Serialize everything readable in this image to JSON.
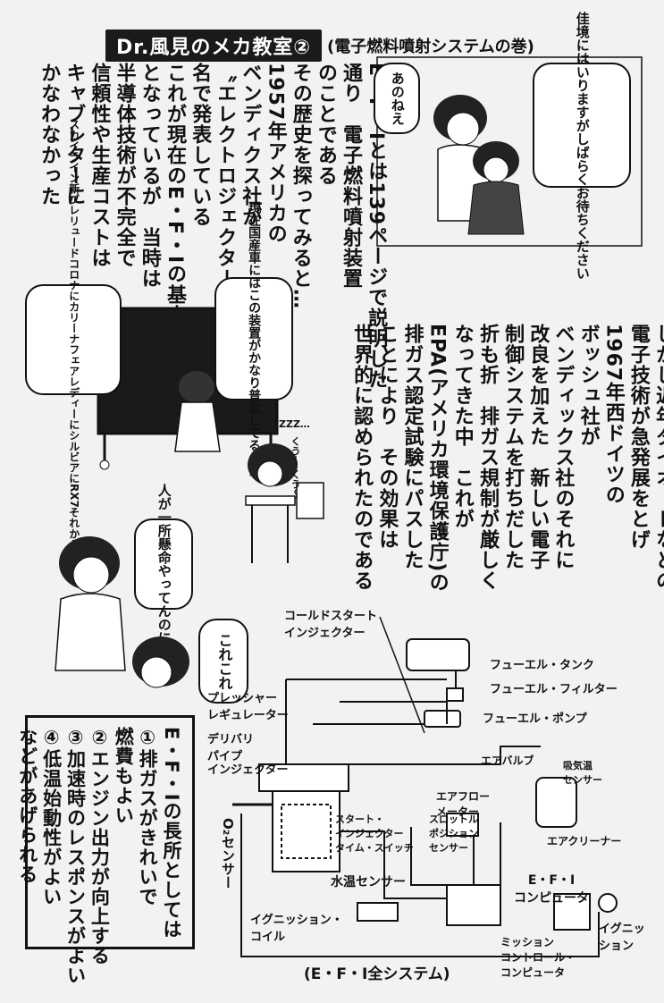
{
  "header": {
    "title": "Dr.風見のメカ教室②",
    "subtitle": "(電子燃料噴射システムの巻)"
  },
  "intro_columns": [
    "E・F・Iとは139ページで説明した",
    "通り　電子燃料噴射装置",
    "のことである",
    "その歴史を探ってみると…",
    "1957年アメリカの",
    "ベンディクス社が",
    "〝エレクトロジェクター〟という",
    "名で発表している",
    "これが現在のE・F・Iの基本",
    "となっているが　当時は",
    "半導体技術が不完全で",
    "信頼性や生産コストは",
    "キャブレターに",
    "かなわなかった"
  ],
  "modern_columns": [
    "しかし近年ダイオードなどの",
    "電子技術が急発展をとげ",
    "1967年西ドイツの",
    "ボッシュ社が",
    "ベンディックス社のそれに",
    "改良を加えた　新しい電子",
    "制御システムを打ちだした",
    "折も折　排ガス規制が厳しく",
    "なってきた中　これが",
    "EPA(アメリカ環境保護庁)の",
    "排ガス認定試験にパスした",
    "ことにより　その効果は",
    "世界的に認められたのである"
  ],
  "advantages_columns": [
    "E・F・Iの長所としては",
    "①排ガスがきれいで",
    "燃費もよい",
    "②エンジン出力が向上する",
    "③加速時のレスポンスがよい",
    "④低温始動性がよい",
    "などがあげられる"
  ],
  "bubbles": {
    "anone": [
      "あのねえ"
    ],
    "please_wait": [
      "話は　佳境に",
      "はいりますが",
      "しばらく",
      "お待ちください"
    ],
    "domestic": [
      "現在国産車には",
      "この装置がかなり",
      "普及してるんだ"
    ],
    "cars": [
      "スカイライン",
      "新ブレリュード",
      "コロナにカリーナ",
      "フェアレディーに",
      "シルビアにRX7",
      "それから…"
    ],
    "snore": "くう〜 くう〜",
    "zzz": "ZZZ…",
    "effort": [
      "人が一所懸命",
      "やってんのに"
    ],
    "koreda": [
      "これこれ"
    ]
  },
  "diagram": {
    "labels": {
      "cold_start": "コールドスタート\nインジェクター",
      "fuel_tank": "フューエル・タンク",
      "fuel_filter": "フューエル・フィルター",
      "pressure_regulator": "プレッシャー\nレギュレーター",
      "fuel_pump": "フューエル・ポンプ",
      "delivery_pipe": "デリバリ\nパイプ",
      "injector": "インジェクター",
      "air_valve": "エアバルブ",
      "intake_temp": "吸気温\nセンサー",
      "airflow_meter": "エアフロー\nメーター",
      "start_switch": "スタート・\nインジェクター\nタイム・スイッチ",
      "throttle_sensor": "スロットル\nポジション\nセンサー",
      "air_cleaner": "エアクリーナー",
      "o2_sensor": "O₂センサー",
      "water_temp": "水温センサー",
      "efi_computer": "E・F・I\nコンピュータ",
      "ignition_coil": "イグニッション・\nコイル",
      "ignition": "イグニッ\nション",
      "mission_computer": "ミッション\nコントロール・\nコンピュータ"
    },
    "caption": "(E・F・I全システム)"
  }
}
